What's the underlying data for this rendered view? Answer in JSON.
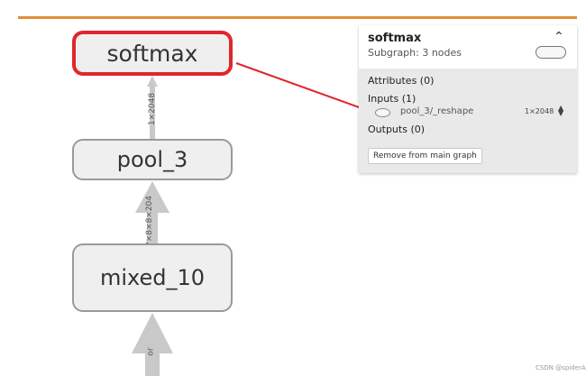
{
  "graph": {
    "nodes": {
      "softmax": "softmax",
      "pool_3": "pool_3",
      "mixed_10": "mixed_10"
    },
    "edges": {
      "pool3_to_softmax": "1×2048",
      "mixed10_to_pool3": "?×8×8×204",
      "input_to_mixed10": "or"
    }
  },
  "panel": {
    "title": "softmax",
    "subtitle": "Subgraph: 3 nodes",
    "attributes_label": "Attributes (0)",
    "inputs_label": "Inputs (1)",
    "input_item": {
      "name": "pool_3/_reshape",
      "shape": "1×2048"
    },
    "outputs_label": "Outputs (0)",
    "remove_button": "Remove from main graph"
  },
  "watermark": "CSDN @spiderA",
  "colors": {
    "highlight": "#e0262d",
    "accent_bar": "#e08e3a",
    "node_fill": "#efefef"
  }
}
